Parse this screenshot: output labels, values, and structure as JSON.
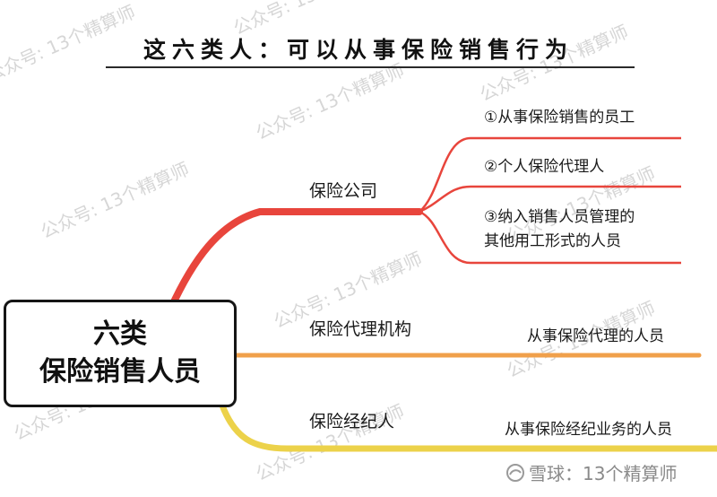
{
  "watermark_text": "公众号: 13个精算师",
  "title": "这六类人：可以从事保险销售行为",
  "root": {
    "line1": "六类",
    "line2": "保险销售人员"
  },
  "branches": [
    {
      "label": "保险公司",
      "color": "#e8453c",
      "children": [
        {
          "lines": [
            "①从事保险销售的员工"
          ]
        },
        {
          "lines": [
            "②个人保险代理人"
          ]
        },
        {
          "lines": [
            "③纳入销售人员管理的",
            "其他用工形式的人员"
          ]
        }
      ]
    },
    {
      "label": "保险代理机构",
      "color": "#f0a04b",
      "children": [
        {
          "lines": [
            "从事保险代理的人员"
          ]
        }
      ]
    },
    {
      "label": "保险经纪人",
      "color": "#ecd24a",
      "children": [
        {
          "lines": [
            "从事保险经纪业务的人员"
          ]
        }
      ]
    }
  ],
  "footer": {
    "text": "雪球：13个精算师"
  }
}
